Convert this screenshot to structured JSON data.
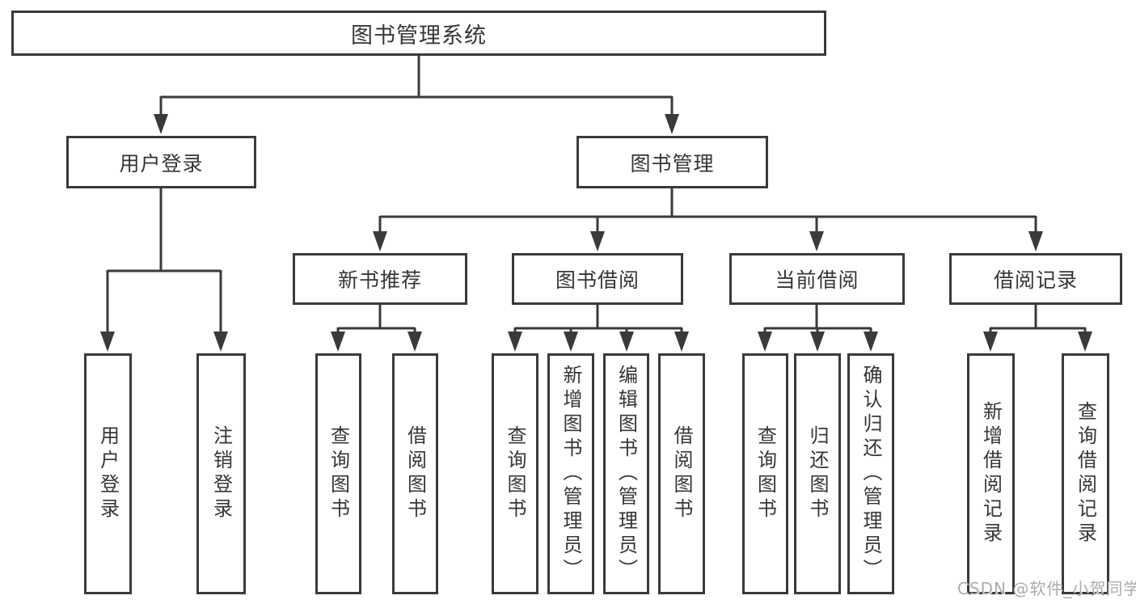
{
  "diagram_title": "图书管理系统",
  "tree": {
    "label": "图书管理系统",
    "children": [
      {
        "label": "用户登录",
        "children": [
          {
            "label": "用户登录"
          },
          {
            "label": "注销登录"
          }
        ]
      },
      {
        "label": "图书管理",
        "children": [
          {
            "label": "新书推荐",
            "children": [
              {
                "label": "查询图书"
              },
              {
                "label": "借阅图书"
              }
            ]
          },
          {
            "label": "图书借阅",
            "children": [
              {
                "label": "查询图书"
              },
              {
                "label": "新增图书（管理员）"
              },
              {
                "label": "编辑图书（管理员）"
              },
              {
                "label": "借阅图书"
              }
            ]
          },
          {
            "label": "当前借阅",
            "children": [
              {
                "label": "查询图书"
              },
              {
                "label": "归还图书"
              },
              {
                "label": "确认归还（管理员）"
              }
            ]
          },
          {
            "label": "借阅记录",
            "children": [
              {
                "label": "新增借阅记录"
              },
              {
                "label": "查询借阅记录"
              }
            ]
          }
        ]
      }
    ]
  },
  "watermark": "CSDN @软件_小贺同学",
  "colors": {
    "line": "#3a3a3a",
    "box_border": "#3a3a3a",
    "box_background": "#ffffff",
    "text": "#363636",
    "watermark": "#acacac"
  }
}
